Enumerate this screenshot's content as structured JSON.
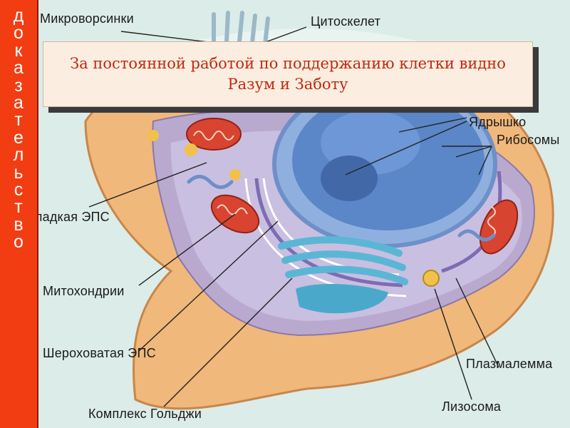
{
  "side_word": [
    "д",
    "о",
    "к",
    "а",
    "з",
    "а",
    "т",
    "е",
    "л",
    "ь",
    "с",
    "т",
    "в",
    "о"
  ],
  "caption": "За постоянной работой по поддержанию клетки видно Разум и Заботу",
  "labels": {
    "microvilli": "Микроворсинки",
    "cytoskeleton": "Цитоскелет",
    "nucleolus": "Ядрышко",
    "ribosomes": "Рибосомы",
    "smooth_er": "Гладкая ЭПС",
    "mitochondria": "Митохондрии",
    "rough_er": "Шероховатая ЭПС",
    "golgi": "Комплекс Гольджи",
    "plasma_membrane": "Плазмалемма",
    "lysosome": "Лизосома"
  },
  "colors": {
    "side_strip": "#f23d12",
    "caption_text": "#c0280f",
    "caption_bg": "#fbeee0",
    "cytoplasm": "#f0b87a",
    "nucleus": "#5b86c8"
  }
}
